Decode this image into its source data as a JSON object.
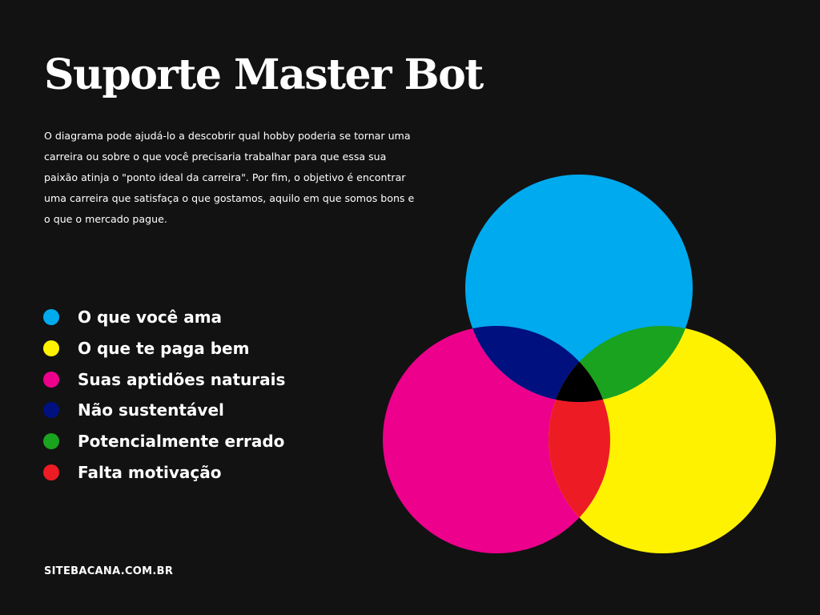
{
  "title": "Suporte Master Bot",
  "description": "O diagrama pode ajudá-lo a descobrir qual hobby poderia se tornar uma carreira ou sobre o que você precisaria trabalhar para que essa sua paixão atinja o \"ponto ideal da carreira\". Por fim, o objetivo é encontrar uma carreira que satisfaça o que gostamos, aquilo em que somos bons e o que o mercado pague.",
  "legend": [
    {
      "label": "O que você ama",
      "color": "#00AAEE"
    },
    {
      "label": "O que te paga bem",
      "color": "#FFF200"
    },
    {
      "label": "Suas aptidões naturais",
      "color": "#EC008C"
    },
    {
      "label": "Não sustentável",
      "color": "#00117F"
    },
    {
      "label": "Potencialmente errado",
      "color": "#1AA31E"
    },
    {
      "label": "Falta motivação",
      "color": "#ED1C24"
    }
  ],
  "venn": {
    "colors": {
      "top": "#00AAEE",
      "right": "#FFF200",
      "left": "#EC008C",
      "top_left": "#00117F",
      "top_right": "#1AA31E",
      "left_right": "#ED1C24",
      "center": "#000000"
    }
  },
  "footer": "SITEBACANA.COM.BR"
}
